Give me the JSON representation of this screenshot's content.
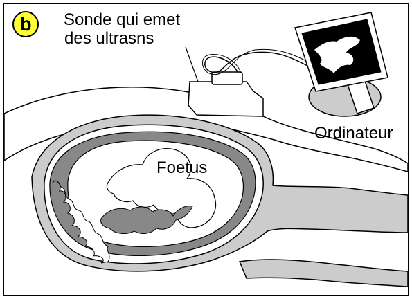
{
  "badge": "b",
  "labels": {
    "probe_line1": "Sonde qui emet",
    "probe_line2": "des ultrasns",
    "computer": "Ordinateur",
    "fetus": "Foetus"
  },
  "colors": {
    "badge_fill": "#ffff33",
    "tissue_light": "#cccccc",
    "tissue_dark": "#888888",
    "monitor_stand": "#cccccc",
    "outline": "#000000"
  }
}
